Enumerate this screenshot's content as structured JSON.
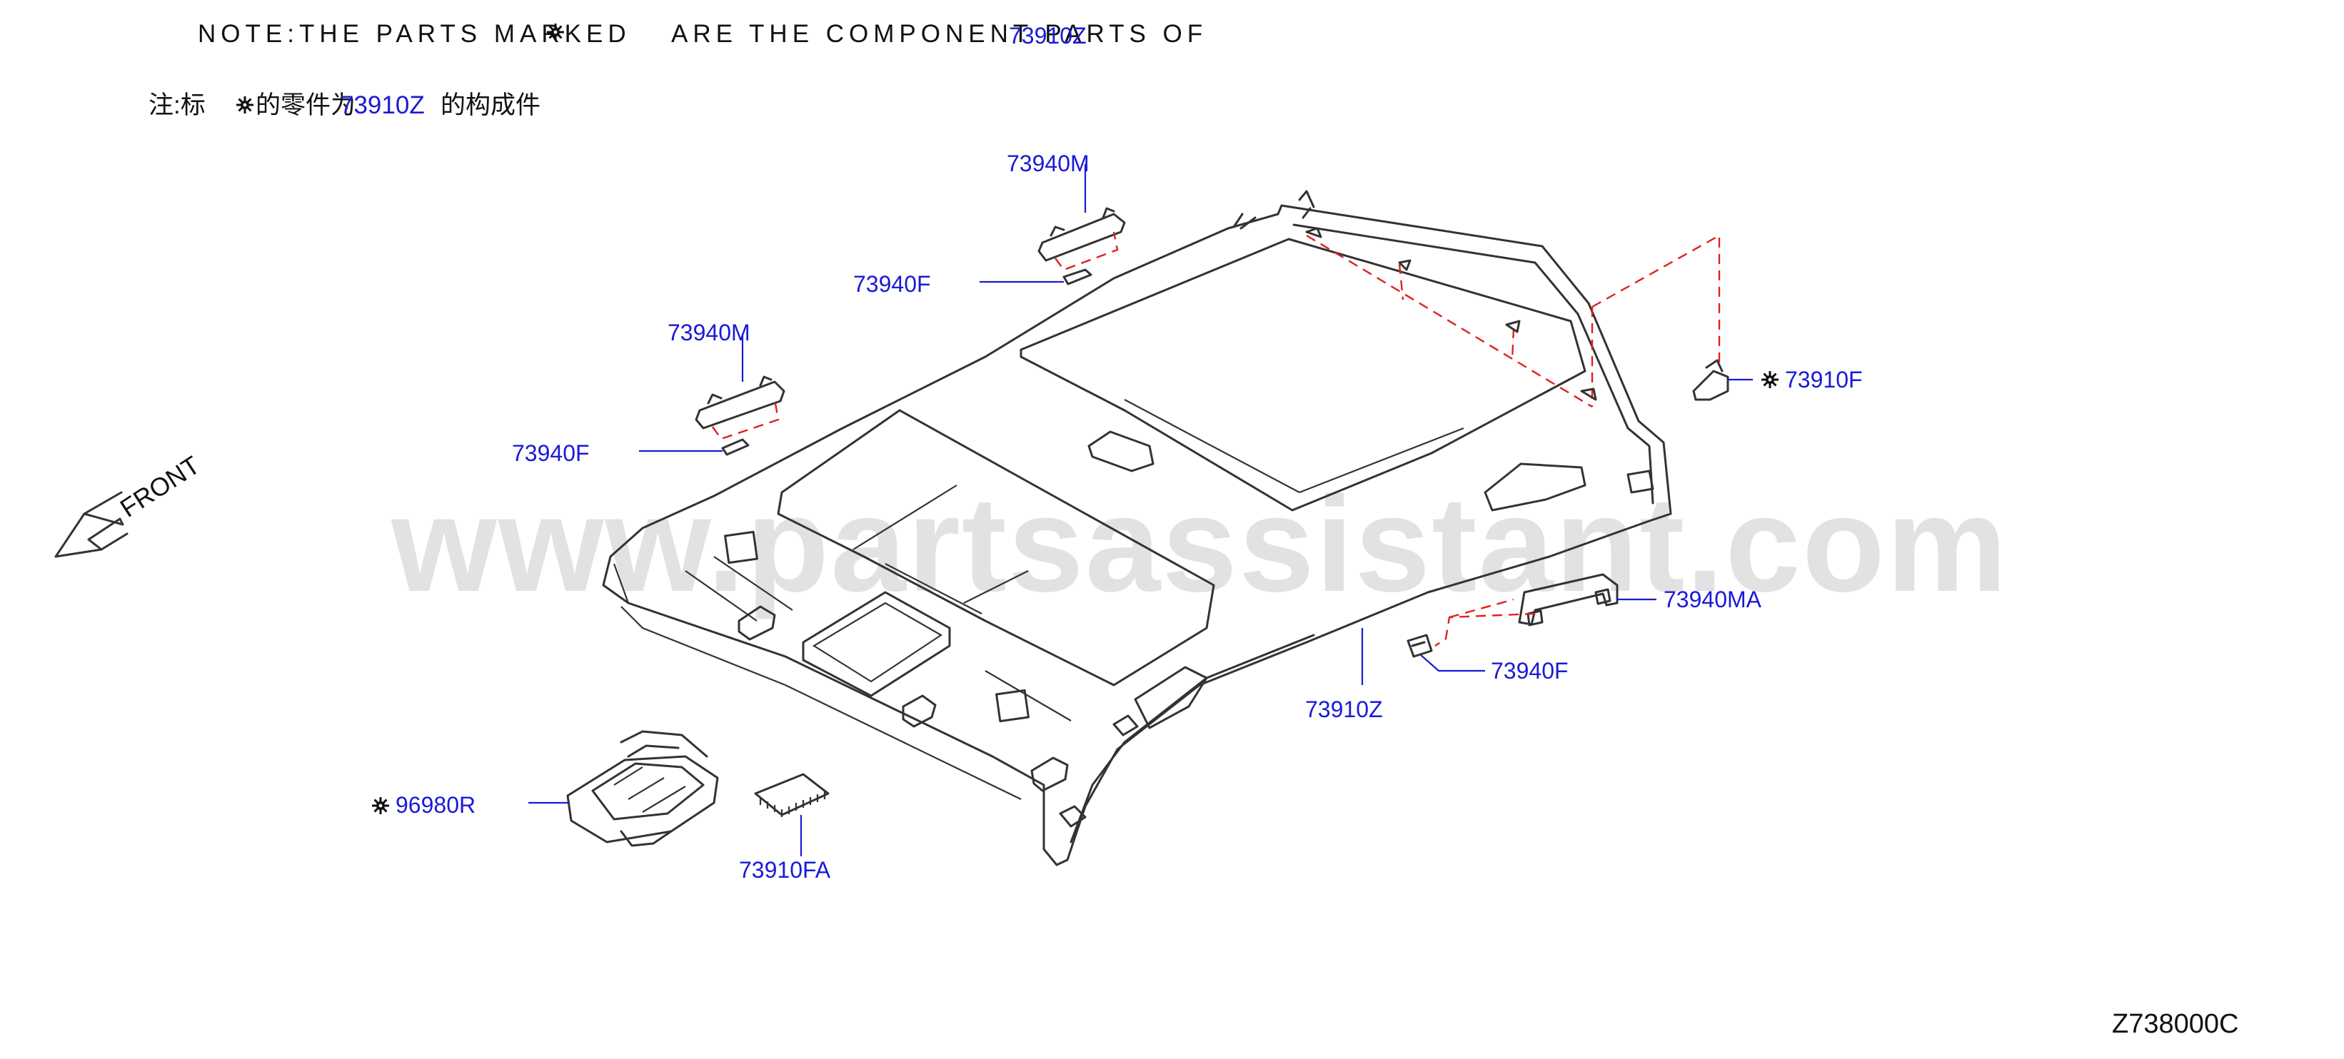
{
  "note": {
    "line1_prefix": "NOTE:THE PARTS MARKED",
    "line1_suffix": "ARE THE COMPONENT PARTS OF",
    "line1_ref": "73910Z",
    "line2_prefix": "注:标",
    "line2_mid": "的零件为",
    "line2_ref": "73910Z",
    "line2_suffix": "的构成件"
  },
  "front_label": "FRONT",
  "watermark": "www.partsassistant.com",
  "diagram_code": "Z738000C",
  "colors": {
    "part_label": "#1a1ad6",
    "leader": "#1a1ad6",
    "dashed": "#e02020",
    "line_art": "#333333"
  },
  "component_symbol_icon": "gear-icon",
  "parts": {
    "p_73940M_top": "73940M",
    "p_73940F_top": "73940F",
    "p_73940M_left": "73940M",
    "p_73940F_left": "73940F",
    "p_73910F": "73910F",
    "p_73940MA": "73940MA",
    "p_73940F_right": "73940F",
    "p_73910Z": "73910Z",
    "p_96980R": "96980R",
    "p_73910FA": "73910FA"
  }
}
